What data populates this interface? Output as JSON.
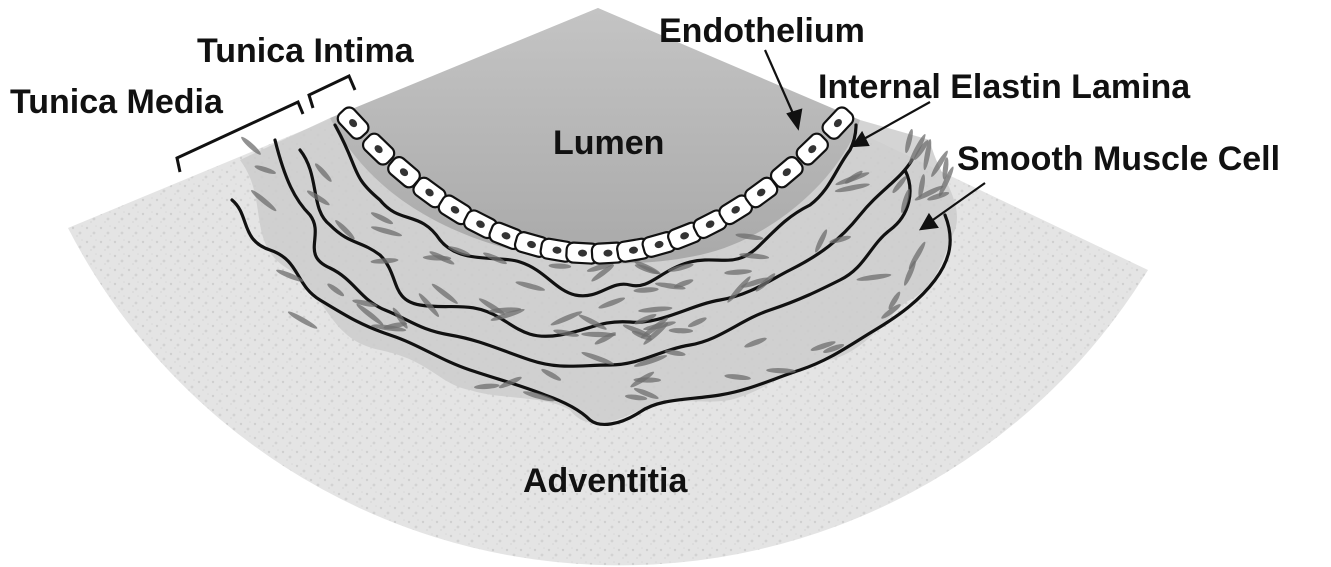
{
  "labels": {
    "tunica_intima": "Tunica Intima",
    "tunica_media": "Tunica Media",
    "endothelium": "Endothelium",
    "internal_elastin_lamina": "Internal Elastin Lamina",
    "smooth_muscle_cell": "Smooth Muscle Cell",
    "lumen": "Lumen",
    "adventitia": "Adventitia"
  },
  "colors": {
    "lumen": "#b4b4b4",
    "adventitia": "#e6e6e6",
    "media": "#cfcfcf",
    "outline": "#111111",
    "muscle_cell": "#6e6e6e",
    "endothelial_cell": "#ffffff"
  }
}
